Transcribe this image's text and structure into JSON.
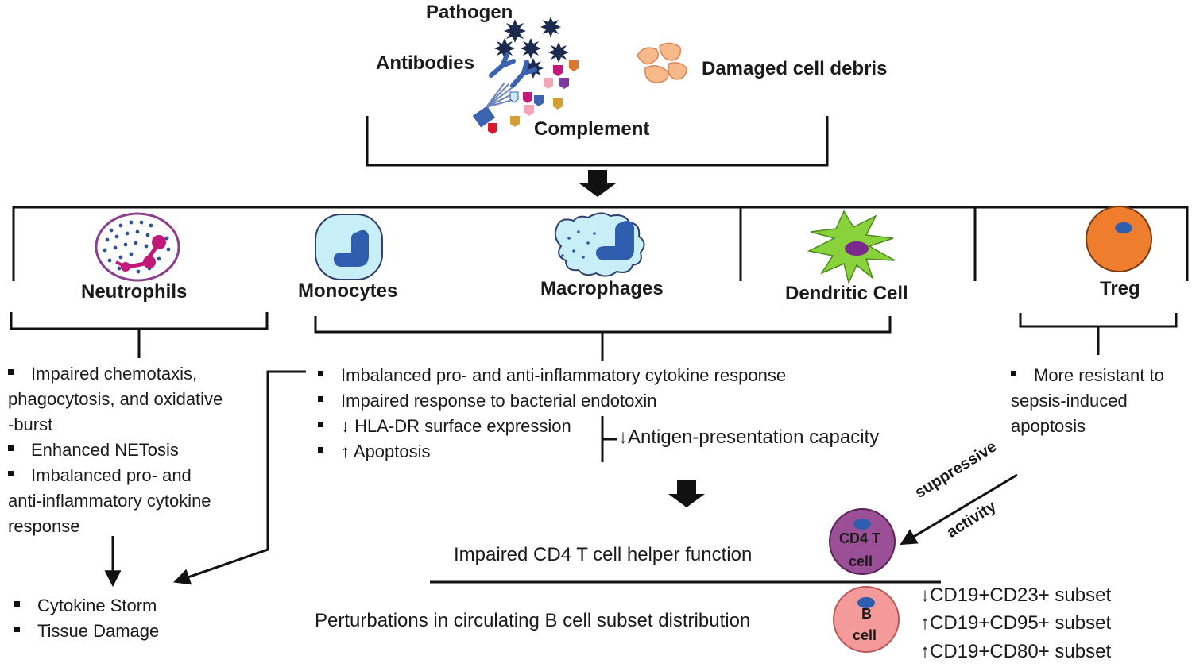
{
  "triggers": {
    "pathogen": "Pathogen",
    "antibodies": "Antibodies",
    "complement": "Complement",
    "debris": "Damaged cell debris"
  },
  "cells": {
    "neutrophils": "Neutrophils",
    "monocytes": "Monocytes",
    "macrophages": "Macrophages",
    "dendritic": "Dendritic Cell",
    "treg": "Treg"
  },
  "neutrophil_effects": [
    "Impaired chemotaxis,",
    "phagocytosis, and oxidative",
    "-burst",
    "Enhanced NETosis",
    "Imbalanced pro- and",
    "anti-inflammatory cytokine",
    "response"
  ],
  "apc_effects": [
    "Imbalanced pro- and anti-inflammatory cytokine response",
    "Impaired response to bacterial endotoxin",
    "↓ HLA-DR surface expression",
    "↑ Apoptosis"
  ],
  "antigen_presentation": "↓Antigen-presentation capacity",
  "treg_effects": [
    "More resistant to",
    "sepsis-induced",
    "apoptosis"
  ],
  "outcomes": [
    "Cytokine Storm",
    "Tissue Damage"
  ],
  "suppressive": [
    "suppressive",
    "activity"
  ],
  "cd4": {
    "label_line1": "CD4 T",
    "label_line2": "cell",
    "caption": "Impaired CD4 T cell helper function"
  },
  "bcell": {
    "label_line1": "B",
    "label_line2": "cell",
    "caption": "Perturbations in circulating B cell subset distribution",
    "subsets": [
      "↓CD19+CD23+ subset",
      "↑CD19+CD95+ subset",
      "↑CD19+CD80+ subset"
    ]
  },
  "colors": {
    "neutrophil_nucleus": "#c2187a",
    "neutrophil_granule": "#2e5590",
    "monocyte_fill": "#c8eef8",
    "nucleus_blue": "#2f5eae",
    "dendritic_green": "#8ad23c",
    "dendritic_nucleus": "#7b2a8c",
    "treg_fill": "#ee7d2e",
    "cd4_fill": "#9b4f96",
    "bcell_fill": "#f59a9a",
    "debris_fill": "#f8b98a"
  }
}
